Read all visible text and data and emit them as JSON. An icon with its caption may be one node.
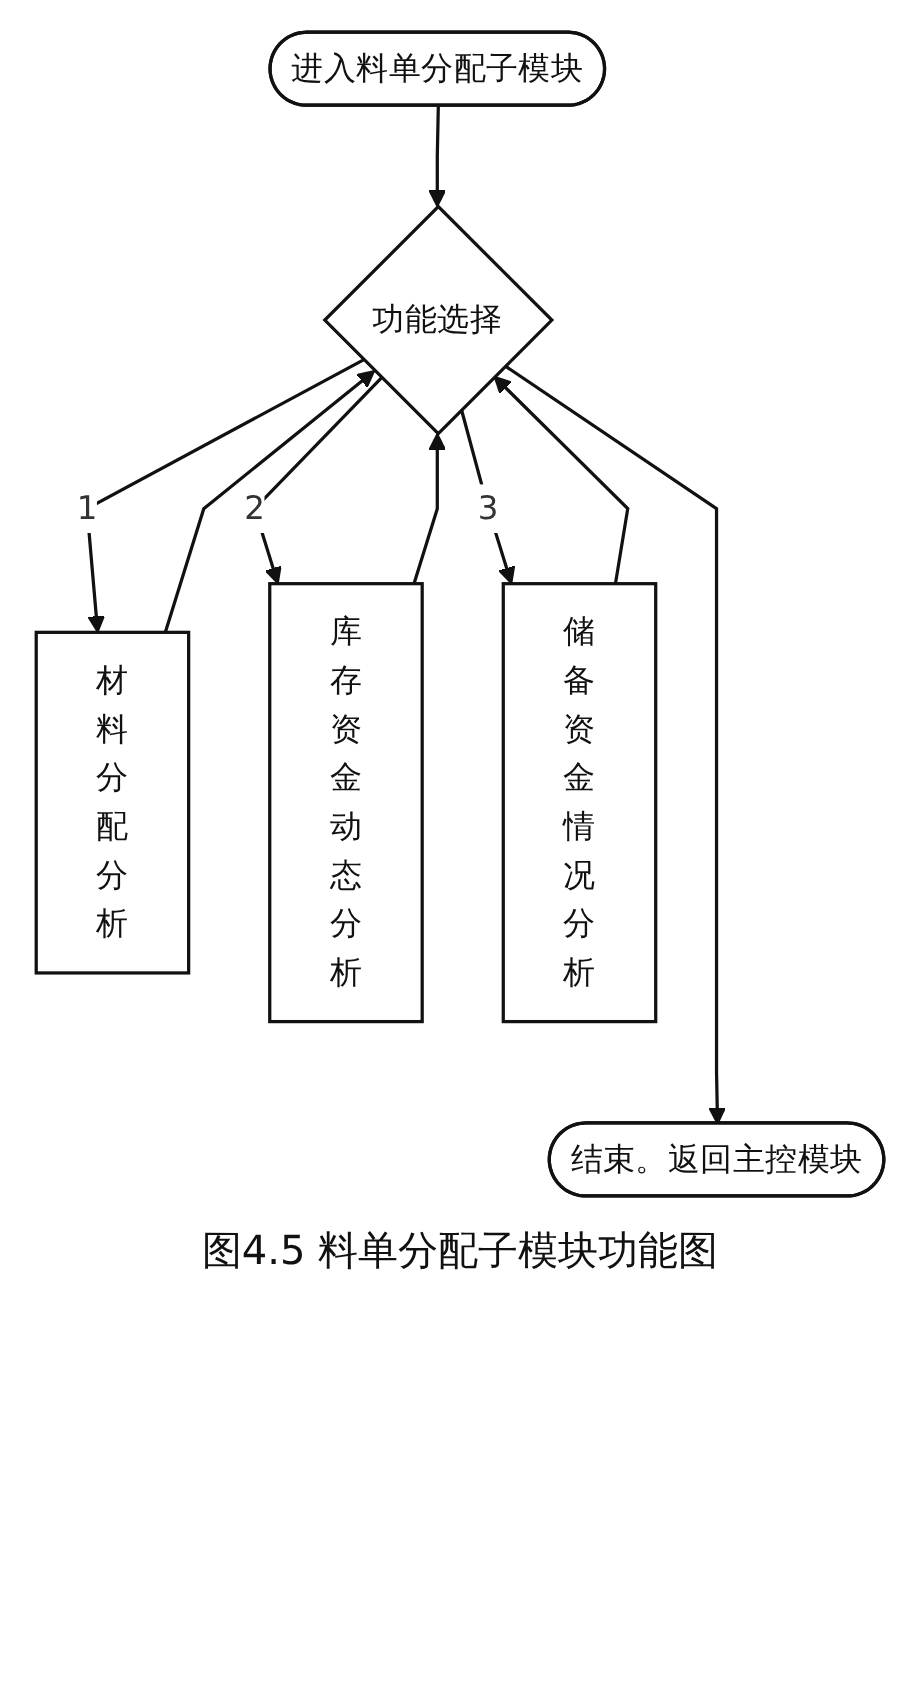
{
  "diagram": {
    "caption": "图4.5 料单分配子模块功能图",
    "nodes": [
      {
        "text": [
          "进入料单分配子模块"
        ]
      },
      {
        "text": [
          "功能选择"
        ]
      },
      {
        "text": [
          "材料分配分析"
        ]
      },
      {
        "text": [
          "库存资金动态分析"
        ]
      },
      {
        "text": [
          "储备资金情况分析"
        ]
      },
      {
        "text": [
          "结束。返回主控模块"
        ]
      }
    ],
    "edges": [
      {
        "from": 0,
        "to": 1,
        "arrow": "to"
      },
      {
        "from": 1,
        "to": 2,
        "arrow": "to",
        "label": "1"
      },
      {
        "from": 1,
        "to": 3,
        "arrow": "to",
        "label": "2"
      },
      {
        "from": 1,
        "to": 4,
        "arrow": "to",
        "label": "3"
      },
      {
        "from": 2,
        "to": 1,
        "arrow": "to"
      },
      {
        "from": 3,
        "to": 1,
        "arrow": "to"
      },
      {
        "from": 4,
        "to": 1,
        "arrow": "to"
      },
      {
        "from": 1,
        "to": 5,
        "arrow": "to"
      }
    ]
  }
}
